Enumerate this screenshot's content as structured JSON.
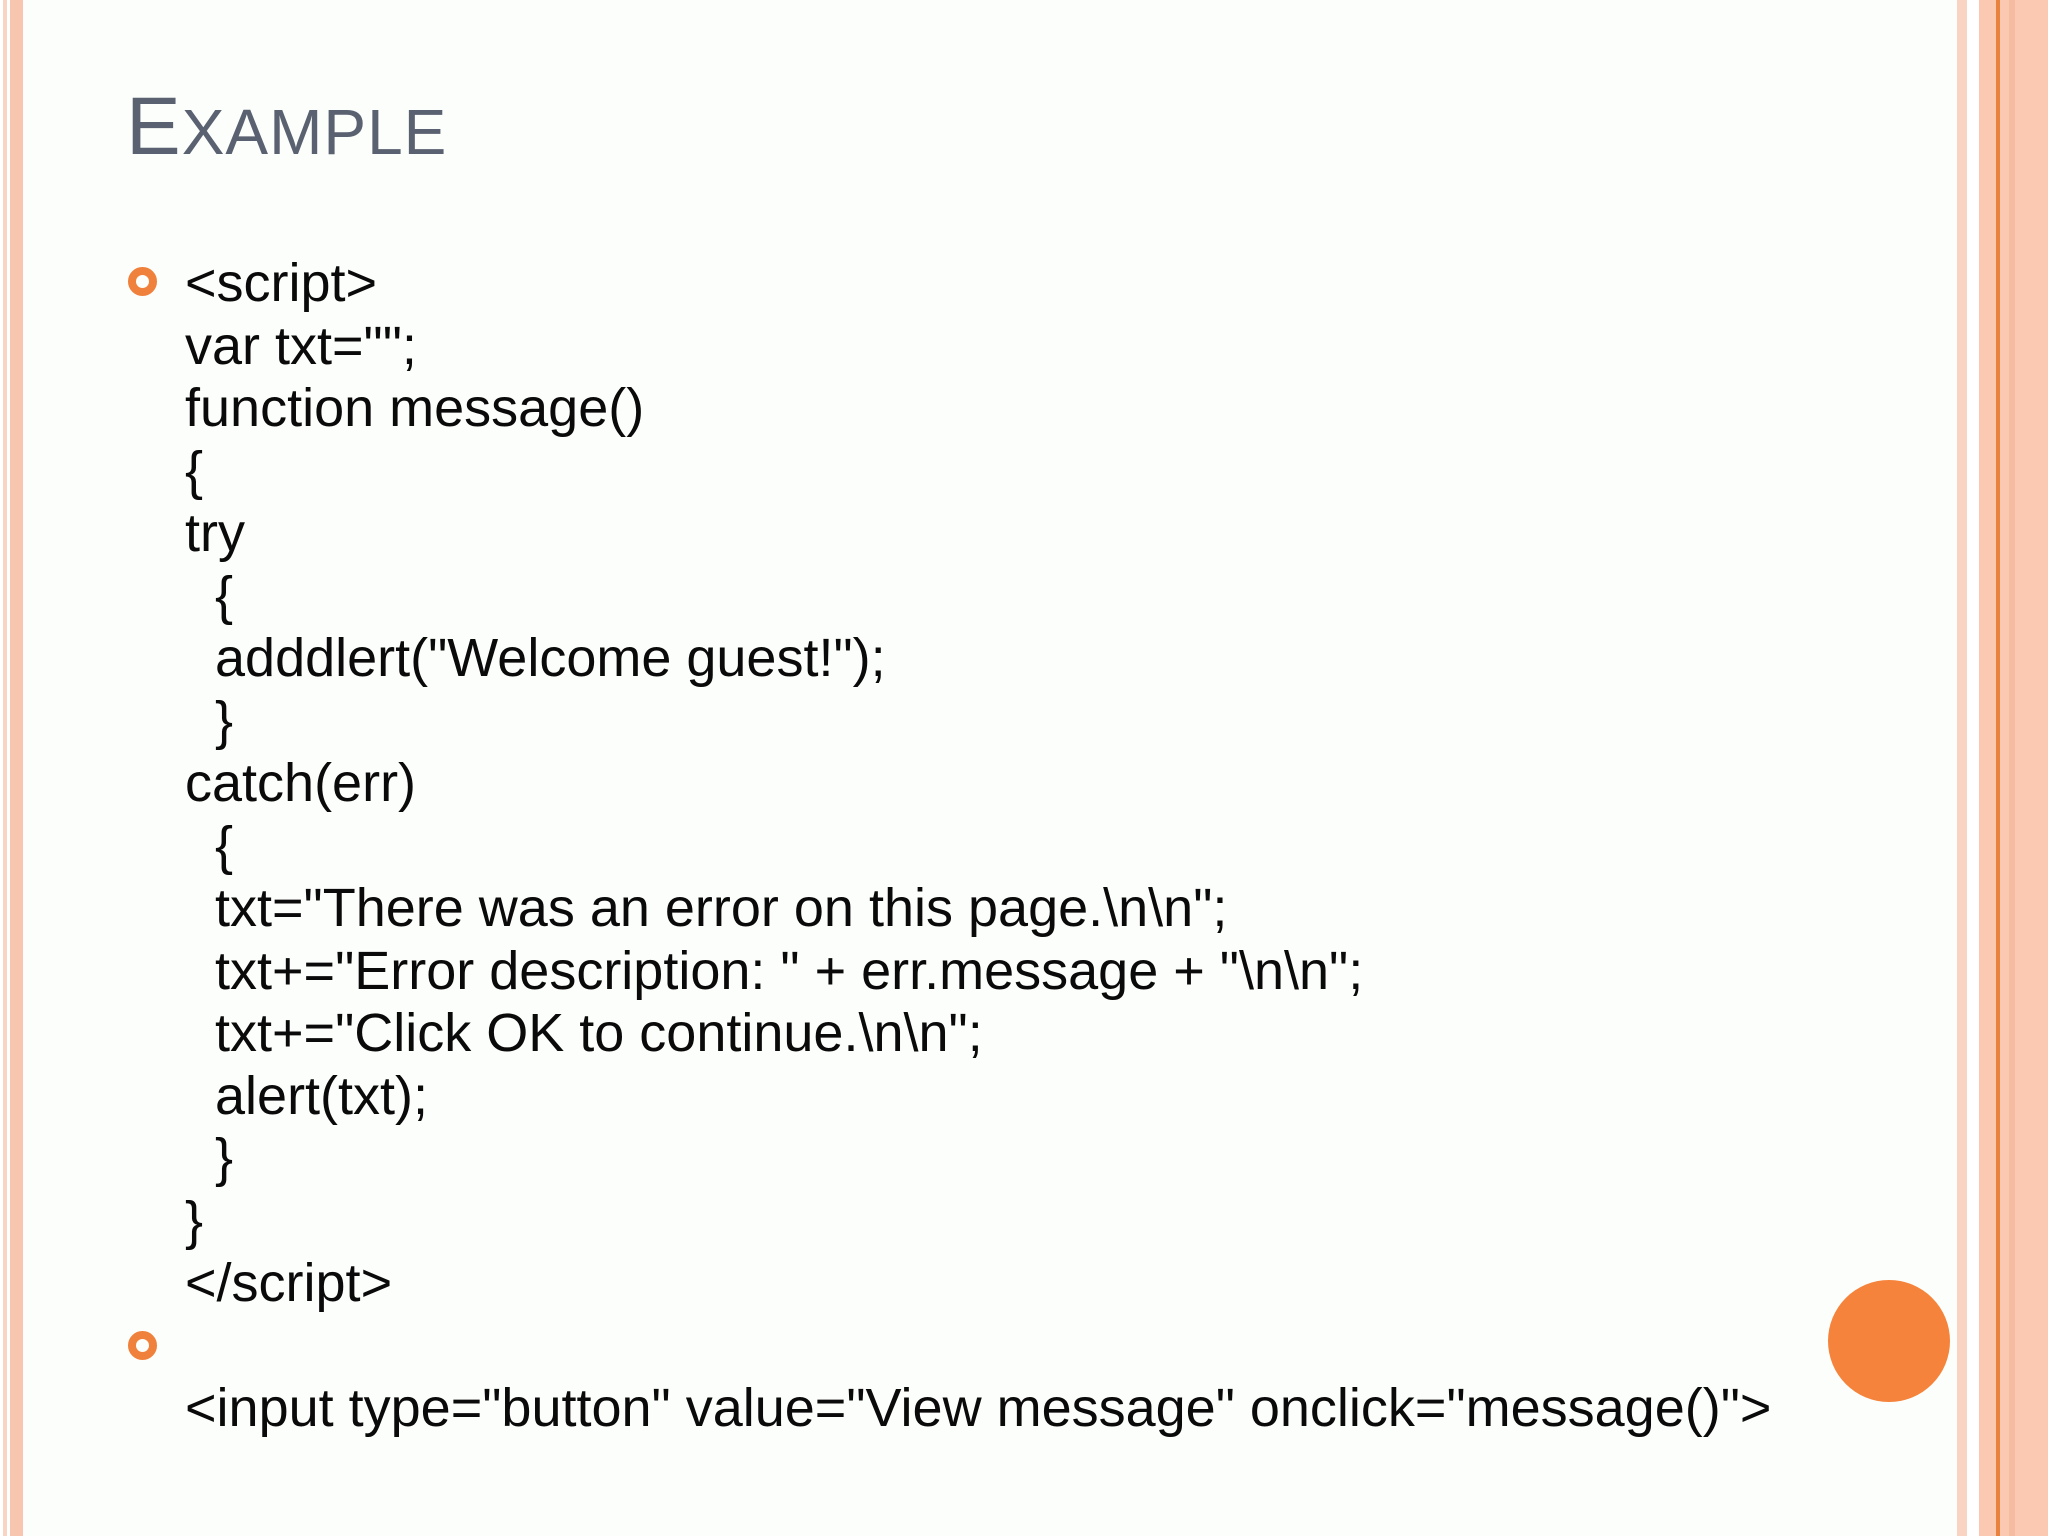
{
  "title": {
    "first_letter": "E",
    "rest": "XAMPLE"
  },
  "colors": {
    "background": "#FCFEFB",
    "title_text": "#5A6170",
    "body_text": "#0A0A0A",
    "bullet_orange": "#F0813D",
    "circle_orange": "#F5833B",
    "stripe_salmon": "#F8C6AE",
    "stripe_salmon_light": "#FAD4C2",
    "right_field_salmon": "#FBC9B2",
    "right_accent_orange": "#E8823E",
    "right_stripe_dark": "#F5BCA2"
  },
  "code": {
    "lines": [
      "<script>",
      "var txt=\"\";",
      "function message()",
      "{",
      "try",
      "  {",
      "  adddlert(\"Welcome guest!\");",
      "  }",
      "catch(err)",
      "  {",
      "  txt=\"There was an error on this page.\\n\\n\";",
      "  txt+=\"Error description: \" + err.message + \"\\n\\n\";",
      "  txt+=\"Click OK to continue.\\n\\n\";",
      "  alert(txt);",
      "  }",
      "}",
      "</scr"
    ],
    "line_17_suffix": "ipt>",
    "closing_line": "<input type=\"button\" value=\"View message\" onclick=\"message()\">"
  }
}
